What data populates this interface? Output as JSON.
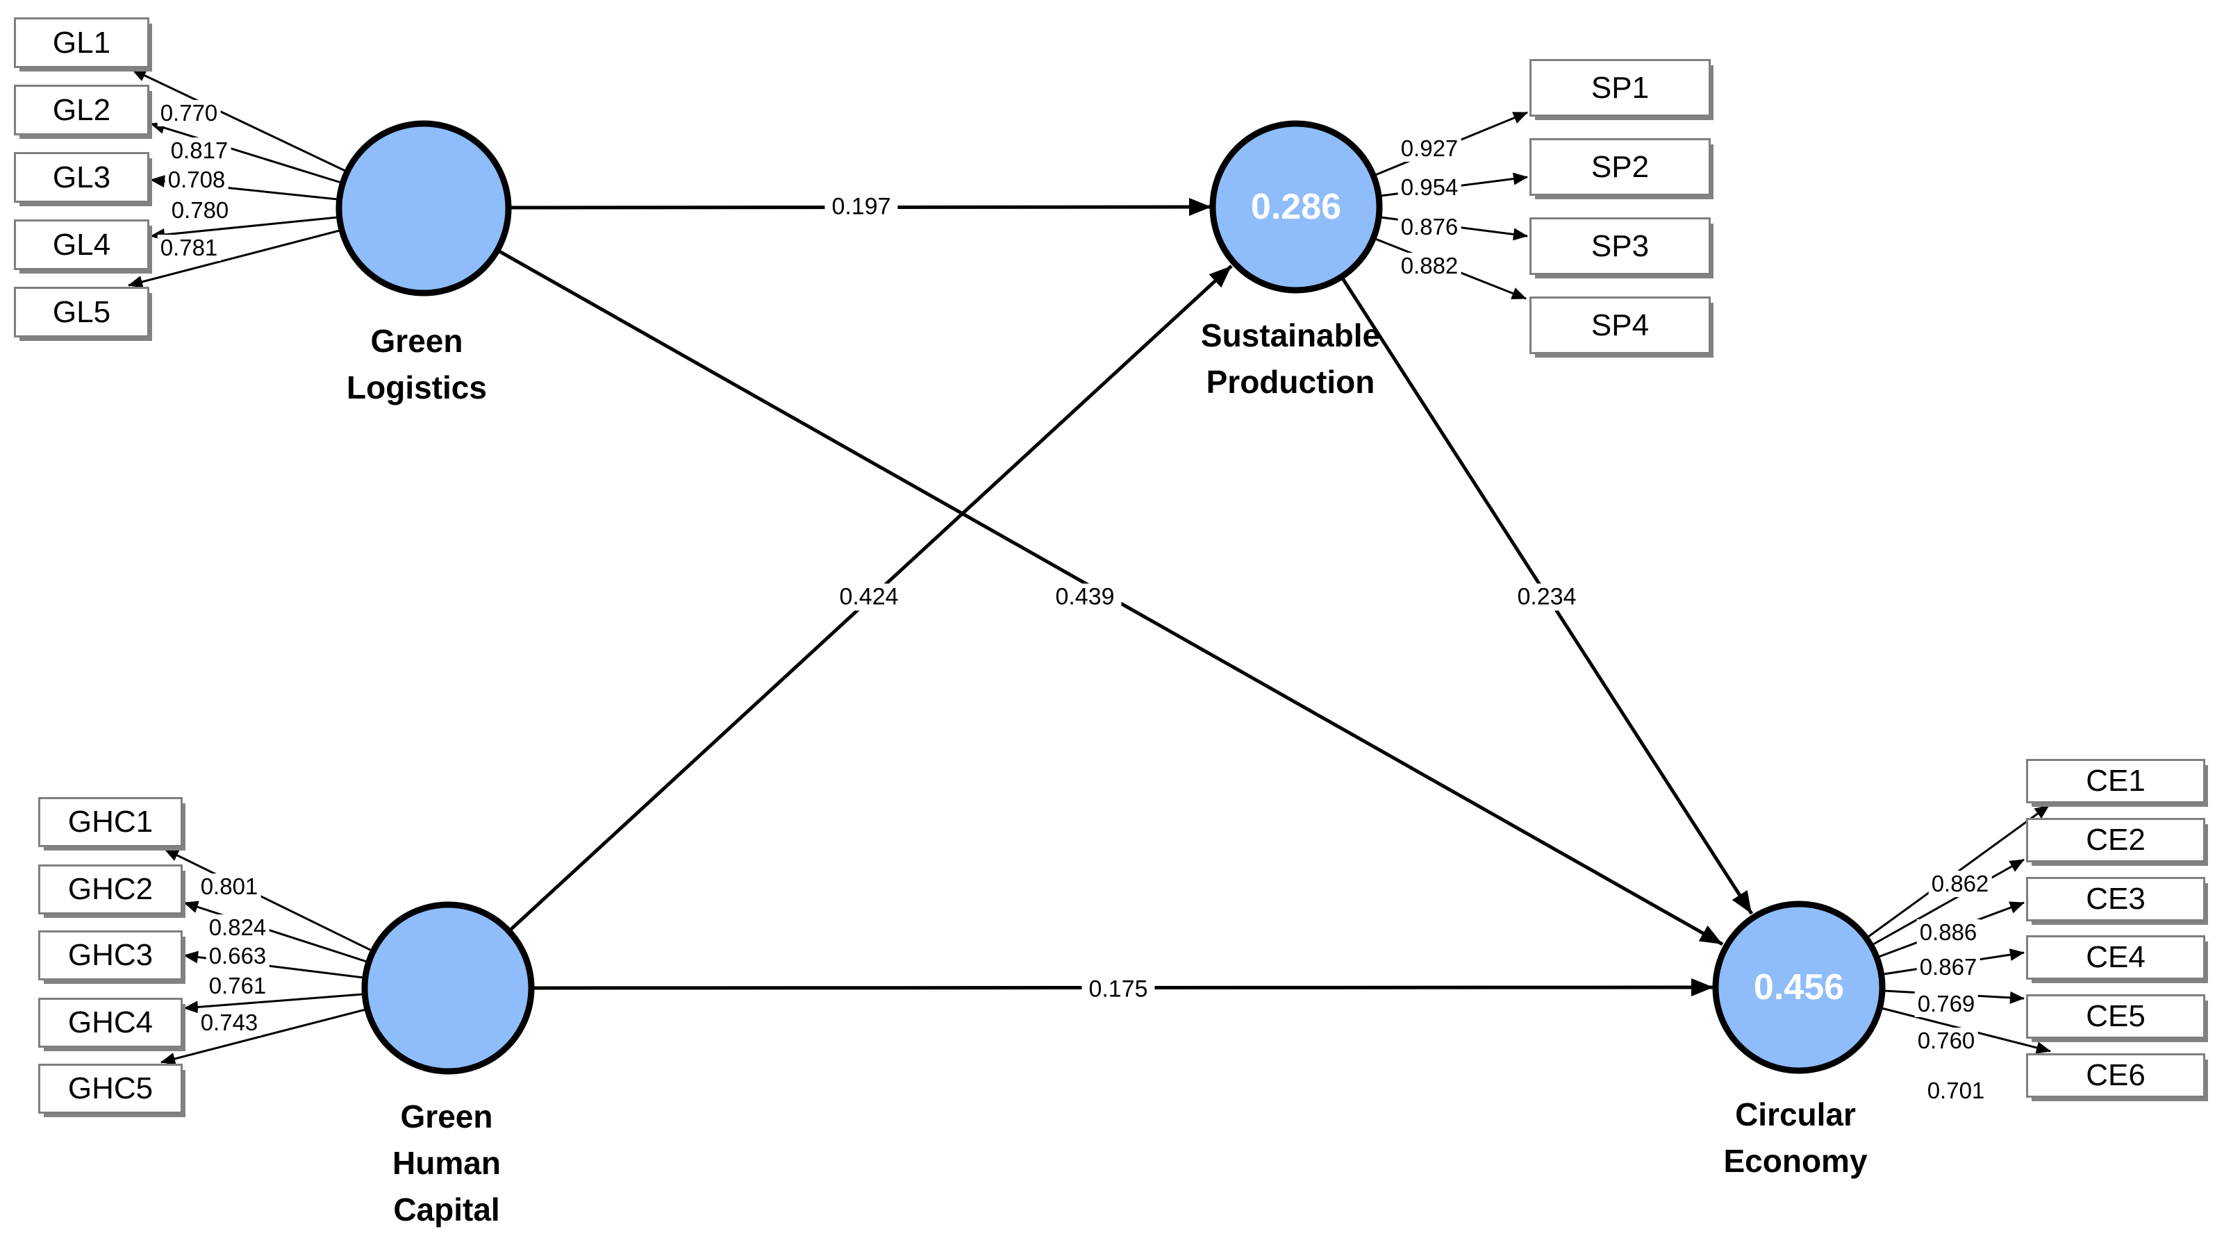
{
  "colors": {
    "construct_fill": "#8FBCFA",
    "construct_stroke": "#000000",
    "indicator_border": "#7F7F7F",
    "line": "#000000",
    "r2_text": "#FFFFFF",
    "label_text": "#000000"
  },
  "constructs": {
    "green_logistics": {
      "name": "Green Logistics",
      "name_lines": [
        "Green",
        "Logistics"
      ]
    },
    "sustainable_production": {
      "name": "Sustainable Production",
      "name_lines": [
        "Sustainable",
        "Production"
      ],
      "r2": "0.286"
    },
    "green_human_capital": {
      "name": "Green Human Capital",
      "name_lines": [
        "Green",
        "Human",
        "Capital"
      ]
    },
    "circular_economy": {
      "name": "Circular Economy",
      "name_lines": [
        "Circular",
        "Economy"
      ],
      "r2": "0.456"
    }
  },
  "indicators": {
    "gl": [
      {
        "label": "GL1",
        "loading": "0.770"
      },
      {
        "label": "GL2",
        "loading": "0.817"
      },
      {
        "label": "GL3",
        "loading": "0.708"
      },
      {
        "label": "GL4",
        "loading": "0.780"
      },
      {
        "label": "GL5",
        "loading": "0.781"
      }
    ],
    "sp": [
      {
        "label": "SP1",
        "loading": "0.927"
      },
      {
        "label": "SP2",
        "loading": "0.954"
      },
      {
        "label": "SP3",
        "loading": "0.876"
      },
      {
        "label": "SP4",
        "loading": "0.882"
      }
    ],
    "ghc": [
      {
        "label": "GHC1",
        "loading": "0.801"
      },
      {
        "label": "GHC2",
        "loading": "0.824"
      },
      {
        "label": "GHC3",
        "loading": "0.663"
      },
      {
        "label": "GHC4",
        "loading": "0.761"
      },
      {
        "label": "GHC5",
        "loading": "0.743"
      }
    ],
    "ce": [
      {
        "label": "CE1",
        "loading": "0.862"
      },
      {
        "label": "CE2",
        "loading": "0.886"
      },
      {
        "label": "CE3",
        "loading": "0.867"
      },
      {
        "label": "CE4",
        "loading": "0.769"
      },
      {
        "label": "CE5",
        "loading": "0.760"
      },
      {
        "label": "CE6",
        "loading": "0.701"
      }
    ]
  },
  "paths": [
    {
      "from": "Green Logistics",
      "to": "Sustainable Production",
      "coefficient": "0.197"
    },
    {
      "from": "Green Human Capital",
      "to": "Sustainable Production",
      "coefficient": "0.424"
    },
    {
      "from": "Green Logistics",
      "to": "Circular Economy",
      "coefficient": "0.439"
    },
    {
      "from": "Sustainable Production",
      "to": "Circular Economy",
      "coefficient": "0.234"
    },
    {
      "from": "Green Human Capital",
      "to": "Circular Economy",
      "coefficient": "0.175"
    }
  ]
}
